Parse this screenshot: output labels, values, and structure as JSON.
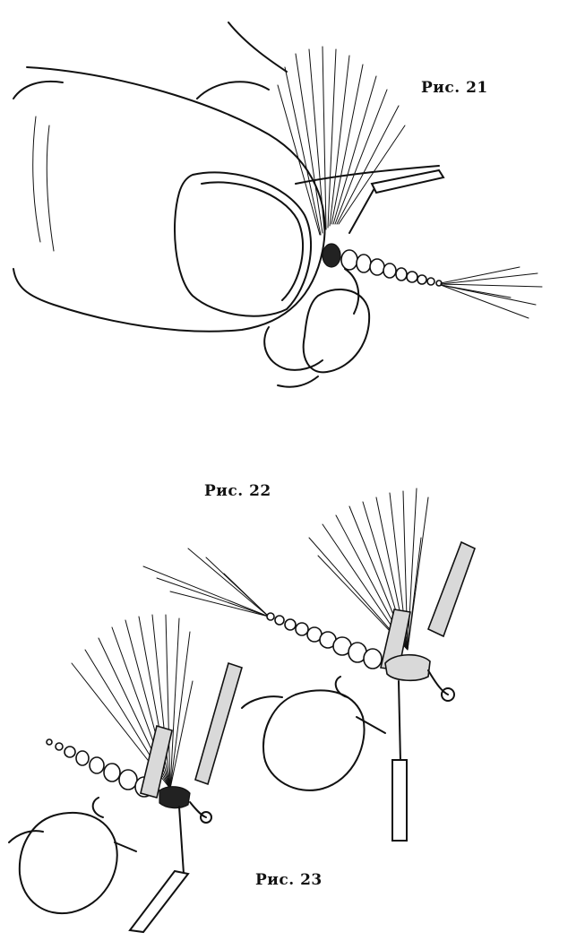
{
  "figures": [
    {
      "id": "fig21",
      "caption": "Рис. 21",
      "icon": "thumb-holding-fly-icon"
    },
    {
      "id": "fig22",
      "caption": "Рис. 22",
      "icon": "vise-fly-foam-wing-icon"
    },
    {
      "id": "fig23",
      "caption": "Рис. 23",
      "icon": "vise-fly-foam-strip-icon"
    }
  ],
  "colors": {
    "ink": "#111111",
    "paper": "#ffffff",
    "foam": "#d9d9d9"
  }
}
